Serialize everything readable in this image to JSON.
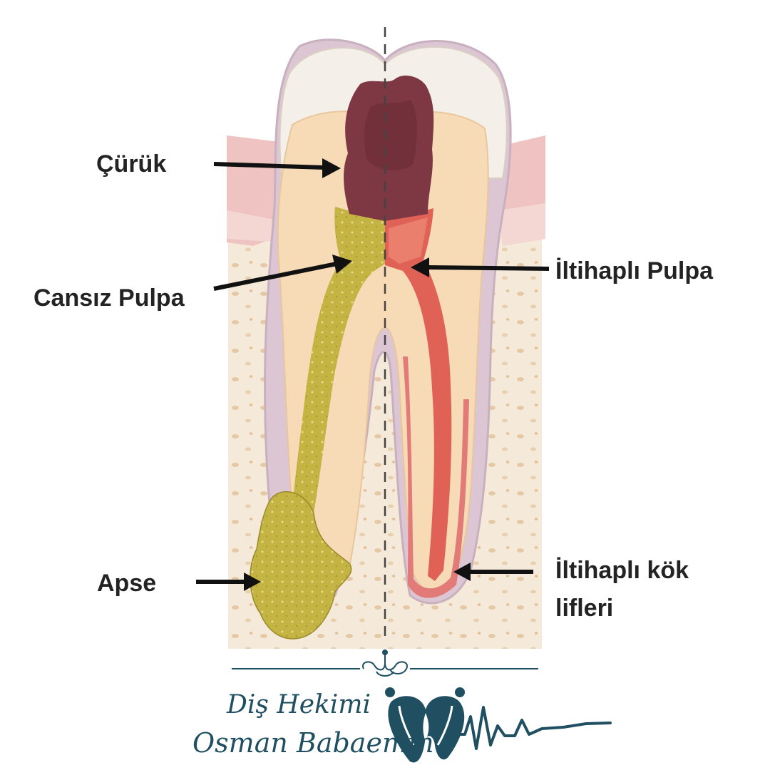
{
  "labels": {
    "curuk": "Çürük",
    "cansiz_pulpa": "Cansız Pulpa",
    "apse": "Apse",
    "iltihapli_pulpa": "İltihaplı Pulpa",
    "iltihapli_kok_line1": "İltihaplı kök",
    "iltihapli_kok_line2": "lifleri"
  },
  "brand": {
    "line1": "Diş Hekimi",
    "line2": "Osman Babaemin",
    "logo_icon": "tooth-heart-icon",
    "pulse_icon": "heartbeat-line-icon",
    "ornament_icon": "ornament-divider-icon"
  },
  "colors": {
    "brand": "#1f4f60",
    "enamel": "#f3eee6",
    "dentin": "#f6dcb8",
    "gum": "#eab6b6",
    "bone": "#f3e6d3",
    "decay": "#7a3540",
    "necrotic_pulp": "#c9b84a",
    "inflamed_pulp": "#d84a42"
  }
}
